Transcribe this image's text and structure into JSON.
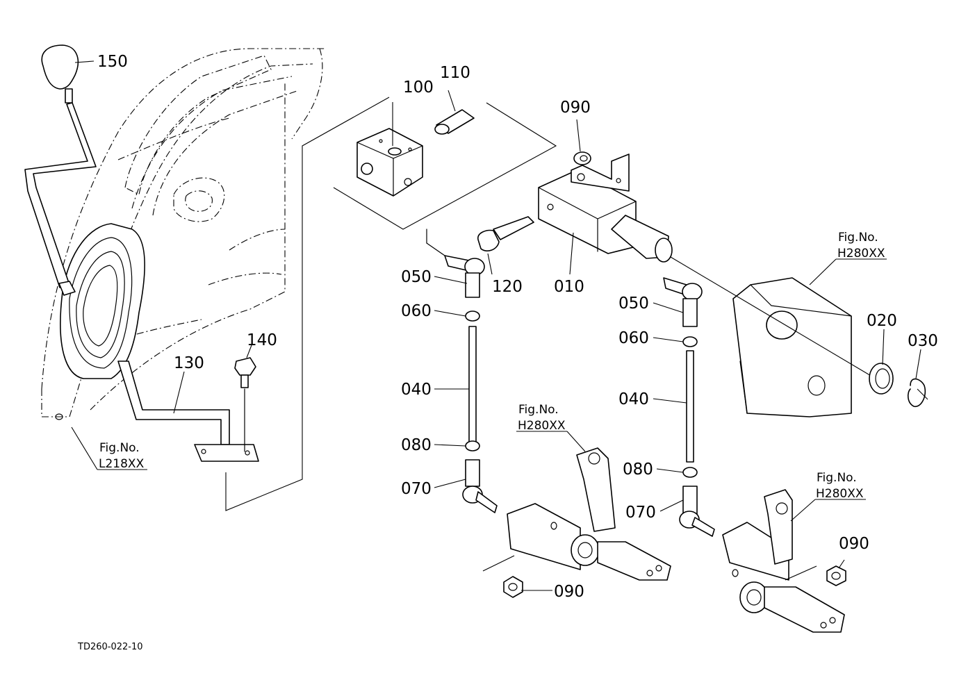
{
  "drawing_code": "TD260-022-10",
  "parts": {
    "p010": "010",
    "p020": "020",
    "p030": "030",
    "p040a": "040",
    "p040b": "040",
    "p050a": "050",
    "p050b": "050",
    "p060a": "060",
    "p060b": "060",
    "p070a": "070",
    "p070b": "070",
    "p080a": "080",
    "p080b": "080",
    "p090a": "090",
    "p090b": "090",
    "p090c": "090",
    "p100": "100",
    "p110": "110",
    "p120": "120",
    "p130": "130",
    "p140": "140",
    "p150": "150"
  },
  "figure_refs": {
    "ref1": {
      "line1": "Fig.No.",
      "line2": "H280XX"
    },
    "ref2": {
      "line1": "Fig.No.",
      "line2": "H280XX"
    },
    "ref3": {
      "line1": "Fig.No.",
      "line2": "H280XX"
    },
    "ref4": {
      "line1": "Fig.No.",
      "line2": "L218XX"
    }
  }
}
